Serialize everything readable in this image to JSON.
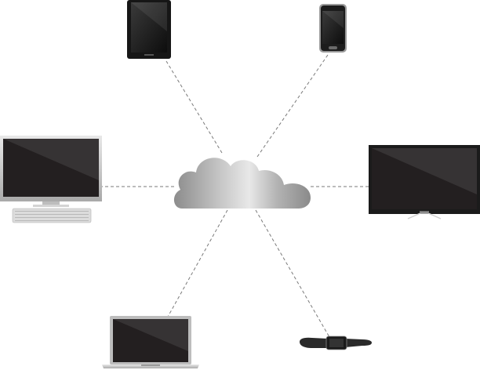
{
  "diagram": {
    "hub": {
      "icon": "cloud-icon"
    },
    "connector_style": "dashed",
    "devices": [
      {
        "id": "tablet",
        "icon": "tablet-icon"
      },
      {
        "id": "smartphone",
        "icon": "smartphone-icon"
      },
      {
        "id": "desktop",
        "icon": "desktop-computer-icon"
      },
      {
        "id": "tv",
        "icon": "flat-screen-tv-icon"
      },
      {
        "id": "laptop",
        "icon": "laptop-icon"
      },
      {
        "id": "smartwatch",
        "icon": "smartwatch-icon"
      }
    ]
  },
  "colors": {
    "screen": "#231f20",
    "bezel": "#1a1a1a",
    "silver": "#c9c9c9",
    "line": "#7a7a7a",
    "cloud_dark": "#8e8e8e",
    "cloud_light": "#e6e6e6"
  }
}
